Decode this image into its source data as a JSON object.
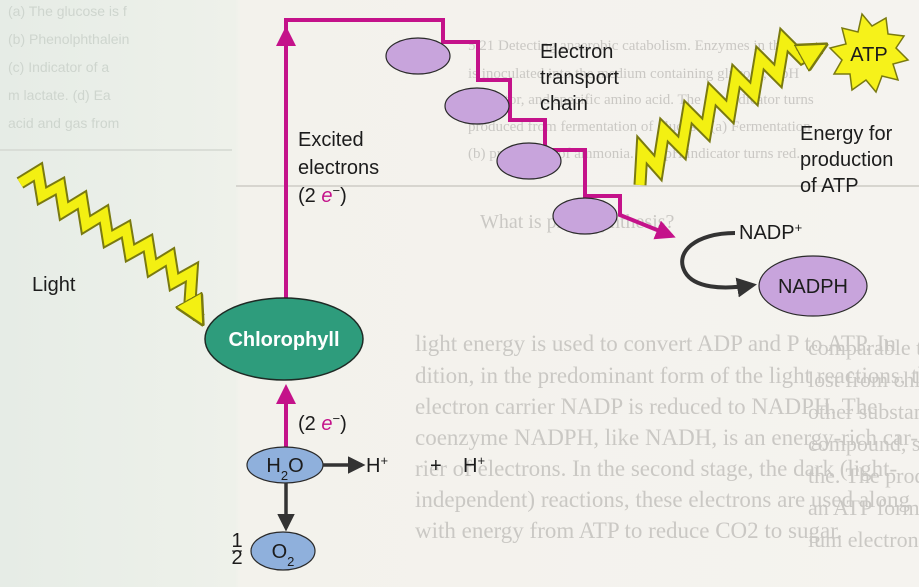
{
  "labels": {
    "light": "Light",
    "chlorophyll": "Chlorophyll",
    "excited_line1": "Excited",
    "excited_line2": "electrons",
    "electrons_open": "(2 ",
    "electrons_e": "e",
    "electrons_sup": "−",
    "electrons_close": ")",
    "etc_line1": "Electron",
    "etc_line2": "transport",
    "etc_line3": "chain",
    "atp": "ATP",
    "energy_line1": "Energy for",
    "energy_line2": "production",
    "energy_line3": "of ATP",
    "nadp": "NADP",
    "nadp_sup": "+",
    "nadph": "NADPH",
    "water_h": "H",
    "water_sub": "2",
    "water_o": "O",
    "proton": "H",
    "proton_sup": "+",
    "plus": "+",
    "half_num": "1",
    "half_den": "2",
    "oxygen_o": "O",
    "oxygen_sub": "2"
  },
  "colors": {
    "arrow_magenta": "#c4128a",
    "arrow_dark": "#333333",
    "lightning_fill": "#f3f012",
    "lightning_stroke": "#7a7a10",
    "chlorophyll_fill": "#2e9c7c",
    "etc_fill": "#c8a4dc",
    "nadph_fill": "#c8a4dc",
    "water_fill": "#8fb0dc",
    "atp_fill": "#f6f21a"
  },
  "background_text": {
    "right_column": [
      "5.21  Detecting anaerobic catabolism. Enzymes in the",
      "is inoculated into the medium containing glucose, a pH",
      "indicator, and specific amino acid. The pH indicator turns",
      "produced from fermentation of glucose. (a) Fermentation",
      "(b) production of ammonia. The pH indicator turns red."
    ],
    "mid_heading": "What is photosynthesis?",
    "paragraph": [
      "light energy is used to convert ADP and P to ATP. In",
      "dition, in the predominant form of the light reactions, the",
      "electron carrier NADP is reduced to NADPH. The",
      "coenzyme NADPH, like NADH, is an energy-rich car-",
      "rier of electrons. In the second stage, the dark (light-",
      "independent) reactions, these electrons are used along",
      "with energy from ATP to reduce CO2 to sugar."
    ],
    "left_margin": [
      "(a) The glucose is f",
      "(b) Phenolphthalein",
      "(c) Indicator of a",
      "m lactate. (d) Ea",
      "acid and gas from"
    ],
    "right_margin": [
      "comparable to",
      "lost from chlor",
      "other substance",
      "compound, such",
      "the. The produ",
      "an ATP forme",
      "ium electron"
    ]
  }
}
